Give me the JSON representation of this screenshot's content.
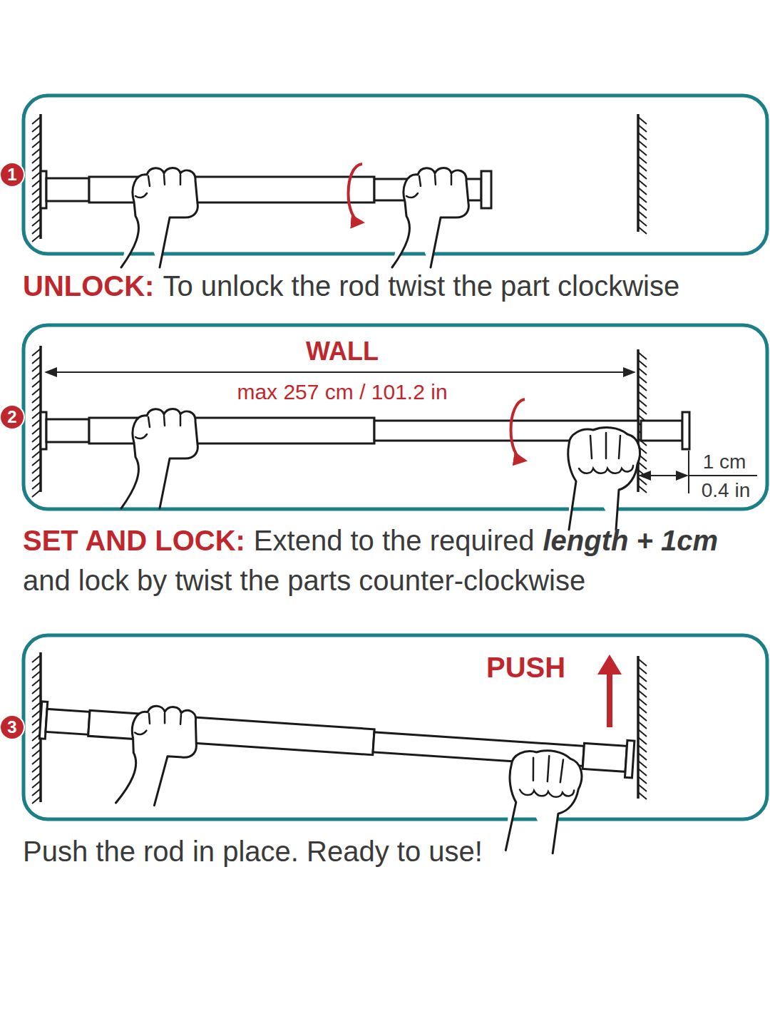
{
  "diagram": {
    "nodes": [
      {
        "text": [
          "1"
        ]
      },
      {
        "text": [
          "2"
        ]
      },
      {
        "text": [
          "3"
        ]
      }
    ],
    "labels": [
      "UNLOCK:",
      "To unlock the rod twist the part clockwise",
      "WALL",
      "max 257 cm / 101.2 in",
      "1 cm",
      "0.4 in",
      "SET AND LOCK:",
      "Extend to the required",
      "length + 1cm",
      "and lock by twist the parts counter-clockwise",
      "PUSH",
      "Push the rod in place. Ready to use!"
    ]
  }
}
